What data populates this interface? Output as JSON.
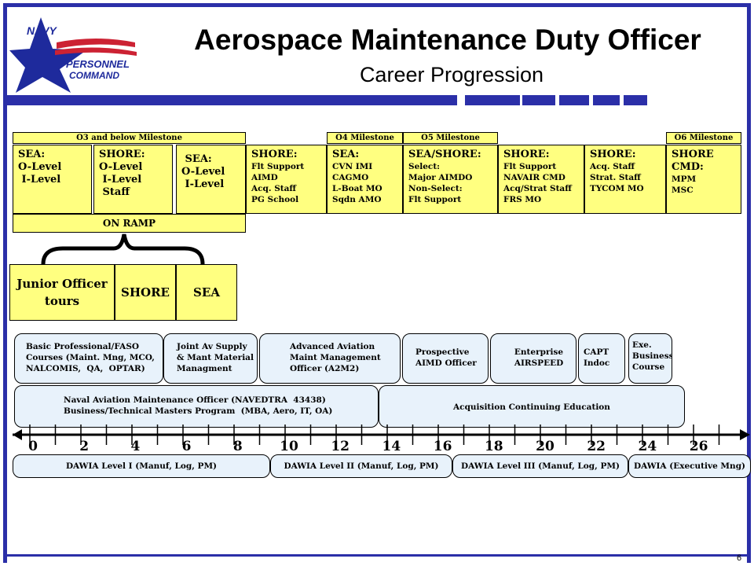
{
  "header": {
    "logo_line1": "NAVY",
    "logo_line2": "PERSONNEL",
    "logo_line3": "COMMAND",
    "title": "Aerospace Maintenance Duty Officer",
    "subtitle": "Career Progression"
  },
  "milestones": {
    "o3": "O3 and below Milestone",
    "o4": "O4 Milestone",
    "o5": "O5 Milestone",
    "o6": "O6 Milestone"
  },
  "tours": [
    {
      "head": "SEA:\nO-Level\n I-Level",
      "sub": ""
    },
    {
      "head": "SHORE:\nO-Level\n I-Level\n Staff",
      "sub": ""
    },
    {
      "head": " SEA:\nO-Level\n I-Level",
      "sub": ""
    },
    {
      "head": "SHORE:",
      "sub": "Flt Support\nAIMD\nAcq. Staff\nPG School"
    },
    {
      "head": "SEA:",
      "sub": "CVN IMI\nCAGMO\nL-Boat MO\nSqdn AMO"
    },
    {
      "head": "SEA/SHORE:",
      "sub": "Select:\nMajor AIMDO\nNon-Select:\nFlt Support"
    },
    {
      "head": "SHORE:",
      "sub": "Flt Support\nNAVAIR CMD\nAcq/Strat Staff\nFRS MO"
    },
    {
      "head": "SHORE:",
      "sub": "Acq. Staff\nStrat. Staff\nTYCOM MO"
    },
    {
      "head": "SHORE\nCMD:",
      "sub": "MPM\nMSC"
    }
  ],
  "on_ramp": "ON RAMP",
  "junior": {
    "label": "Junior Officer\ntours",
    "shore": "SHORE",
    "sea": "SEA"
  },
  "education": [
    "Basic Professional/FASO\nCourses (Maint. Mng, MCO,\nNALCOMIS,  QA,  OPTAR)",
    "Joint Av Supply\n& Mant Material\nManagment",
    "Advanced Aviation\nMaint Management\nOfficer (A2M2)",
    "Prospective\nAIMD Officer",
    "Enterprise\nAIRSPEED",
    "CAPT\nIndoc",
    "Exe.\nBusiness\nCourse"
  ],
  "navedtra": "Naval Aviation Maintenance Officer (NAVEDTRA  43438)\nBusiness/Technical Masters Program  (MBA, Aero, IT, OA)",
  "acquisition": "Acquisition Continuing Education",
  "timeline": [
    "0",
    "2",
    "4",
    "6",
    "8",
    "10",
    "12",
    "14",
    "16",
    "18",
    "20",
    "22",
    "24",
    "26"
  ],
  "dawia": [
    "DAWIA  Level I (Manuf, Log, PM)",
    "DAWIA  Level II (Manuf,  Log, PM)",
    "DAWIA  Level III (Manuf, Log, PM)",
    "DAWIA  (Executive Mng)"
  ],
  "page_number": "6",
  "colors": {
    "frame": "#2b2fa8",
    "tour_fill": "#ffff80",
    "edu_fill": "#e8f2fb"
  }
}
